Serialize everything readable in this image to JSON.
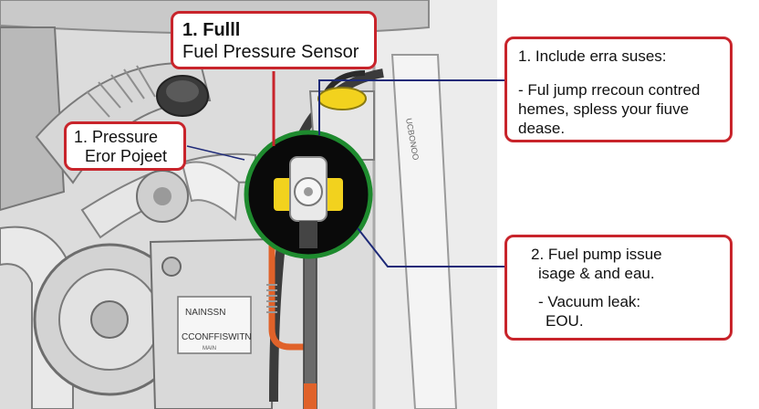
{
  "callouts": {
    "sensor": {
      "line1": "1. Fulll",
      "line2": "Fuel Pressure Sensor"
    },
    "pressure": {
      "line1": "1. Pressure",
      "line2": "Eror Pojeet"
    },
    "include": {
      "heading": "1.  Include erra suses:",
      "line1": "- Ful jump rrecoun contred",
      "line2": "hemes, spless your fiuve",
      "line3": "dease."
    },
    "pump": {
      "line1": "2.  Fuel pump issue",
      "line2": "isage & and eau.",
      "line3": "- Vacuum leak:",
      "line4": "EOU."
    }
  },
  "engine": {
    "label_line1": "NAINSSN",
    "label_line2": "CCONFFISWITN",
    "label_small": "MAIN",
    "strut_text": "UCBONOO"
  },
  "colors": {
    "callout_border": "#c8242b",
    "leader_line": "#1e2a78",
    "sensor_yellow": "#f2d21e",
    "fuel_line_orange": "#e0622a"
  }
}
